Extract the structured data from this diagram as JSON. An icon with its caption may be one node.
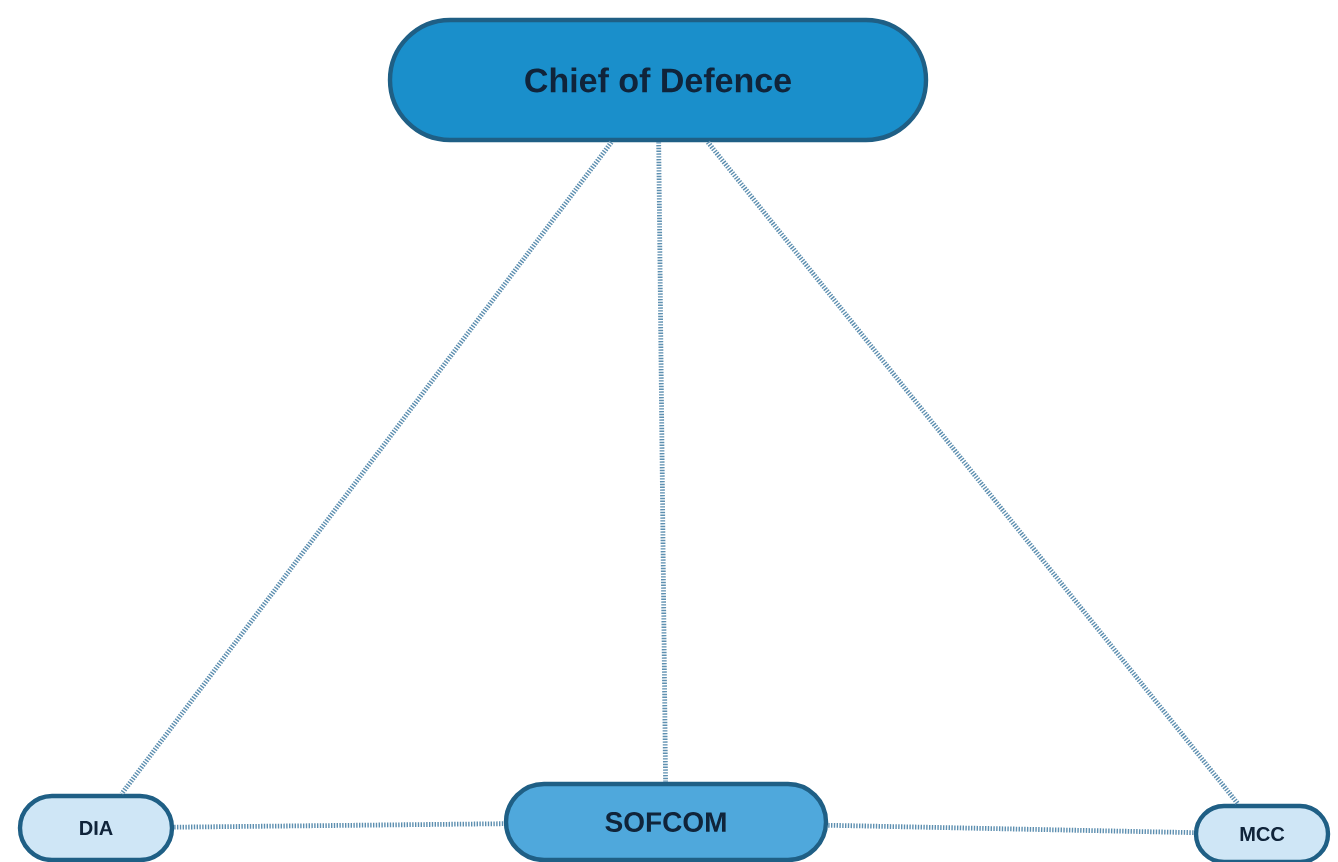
{
  "diagram": {
    "nodes": [
      {
        "text": [
          "Chief of Defence"
        ]
      },
      {
        "text": [
          "DIA"
        ]
      },
      {
        "text": [
          "SOFCOM"
        ]
      },
      {
        "text": [
          "MCC"
        ]
      }
    ],
    "edges": [
      {
        "from": 0,
        "to": 1,
        "arrow": "none"
      },
      {
        "from": 0,
        "to": 2,
        "arrow": "none"
      },
      {
        "from": 0,
        "to": 3,
        "arrow": "none"
      },
      {
        "from": 1,
        "to": 2,
        "arrow": "none"
      },
      {
        "from": 2,
        "to": 3,
        "arrow": "none"
      }
    ]
  }
}
